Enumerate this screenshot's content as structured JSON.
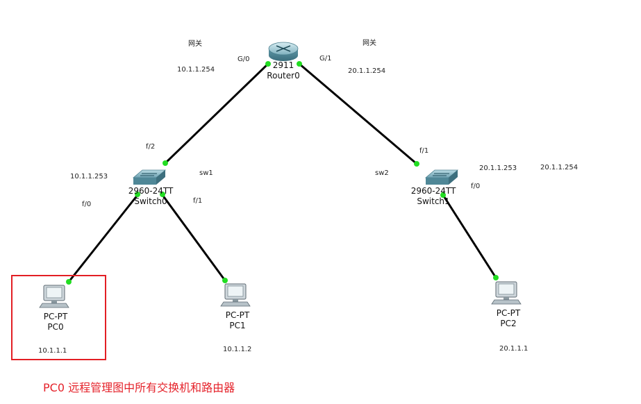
{
  "devices": {
    "router0": {
      "model": "2911",
      "name": "Router0"
    },
    "switch0": {
      "model": "2960-24TT",
      "name": "Switch0",
      "alias": "sw1"
    },
    "switch1": {
      "model": "2960-24TT",
      "name": "Switch1",
      "alias": "sw2"
    },
    "pc0": {
      "type": "PC-PT",
      "name": "PC0",
      "ip": "10.1.1.1"
    },
    "pc1": {
      "type": "PC-PT",
      "name": "PC1",
      "ip": "10.1.1.2"
    },
    "pc2": {
      "type": "PC-PT",
      "name": "PC2",
      "ip": "20.1.1.1"
    }
  },
  "ports": {
    "router_g0": "G/0",
    "router_g1": "G/1",
    "sw0_uplink": "f/2",
    "sw0_pc0": "f/0",
    "sw0_pc1": "f/1",
    "sw1_uplink": "f/1",
    "sw1_pc2": "f/0"
  },
  "annotations": {
    "gateway_left_label": "网关",
    "gateway_left_ip": "10.1.1.254",
    "gateway_right_label": "网关",
    "gateway_right_ip": "20.1.1.254",
    "sw1_ip": "10.1.1.253",
    "sw2_ip": "20.1.1.253",
    "sw2_gateway_ip": "20.1.1.254"
  },
  "caption": "PC0 远程管理图中所有交换机和路由器",
  "colors": {
    "link": "#000000",
    "port_up": "#22dd22",
    "highlight": "#e31e24",
    "caption": "#e5232b"
  }
}
